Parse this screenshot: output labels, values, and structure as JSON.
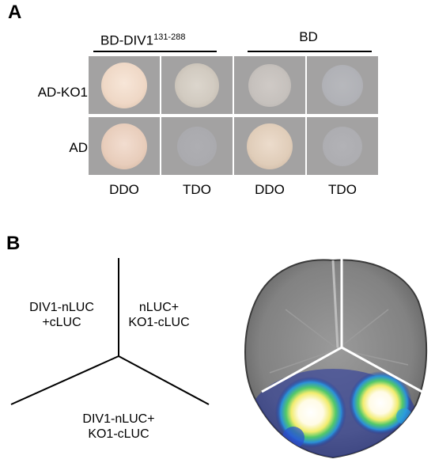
{
  "panelA": {
    "label": "A",
    "header_left": "BD-DIV1",
    "header_left_sup": "131-288",
    "header_right": "BD",
    "rows": [
      "AD-KO1",
      "AD"
    ],
    "columns": [
      "DDO",
      "TDO",
      "DDO",
      "TDO"
    ],
    "colony_colors": {
      "ddo": "#f0dccd",
      "ddo_edge": "#dcc0aa",
      "tdo_small": "#d8d4cf",
      "tdo_faint": "#b6b6ba"
    }
  },
  "panelB": {
    "label": "B",
    "sector_left": [
      "DIV1-nLUC",
      "+cLUC"
    ],
    "sector_right": [
      "nLUC+",
      "KO1-cLUC"
    ],
    "sector_bottom": [
      "DIV1-nLUC+",
      "KO1-cLUC"
    ],
    "leaf_colors": {
      "background": "#686868",
      "leaf_light": "#8d8d8d",
      "signal": [
        "#1a2a9a",
        "#2aa0e0",
        "#4ad070",
        "#f4f080",
        "#ffffff",
        "#e05030"
      ]
    }
  }
}
